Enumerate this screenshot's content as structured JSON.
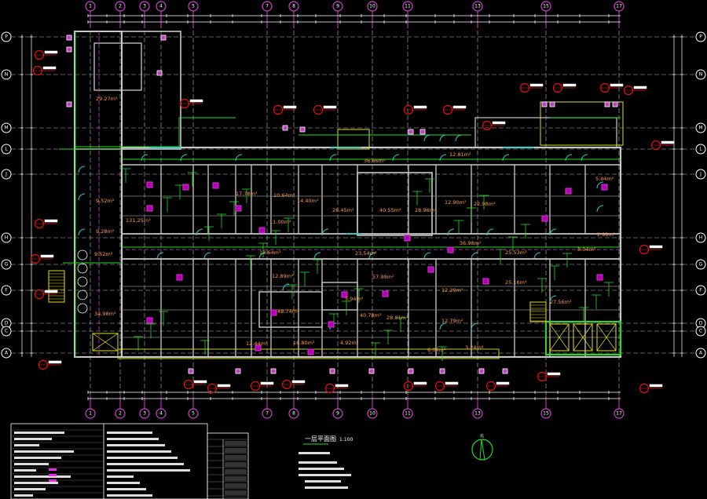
{
  "drawing": {
    "title": "一层平面图",
    "scale": "1:100",
    "north_label": "北",
    "colors": {
      "background": "#000000",
      "wall": "#c8c8c8",
      "axis": "#d040d0",
      "green": "#22dd22",
      "door": "#22d0d0",
      "label": "#ff9a3c",
      "callout": "#e01010",
      "yellow": "#e0e020"
    }
  },
  "column_axes": [
    "1",
    "2",
    "3",
    "4",
    "5",
    "7",
    "8",
    "9",
    "10",
    "11",
    "13",
    "15",
    "17"
  ],
  "row_axes": [
    "P",
    "N",
    "M",
    "L",
    "J",
    "H",
    "G",
    "F",
    "D",
    "C",
    "A"
  ],
  "rooms": [
    "29.27m²",
    "9.52m²",
    "9.28m²",
    "9.52m²",
    "131.25m²",
    "17.78m²",
    "10.64m²",
    "14.40m²",
    "11.00m²",
    "26.45m²",
    "40.55m²",
    "28.96m²",
    "12.90m²",
    "36.86m²",
    "12.81m²",
    "36.98m²",
    "13.64m²",
    "23.54m²",
    "12.89m²",
    "57.99m²",
    "48.74m²",
    "40.78m²",
    "28.81m²",
    "5.94m²",
    "12.29m²",
    "12.79m²",
    "12.44m²",
    "16.80m²",
    "4.92m²",
    "6.04m²",
    "3.24m²",
    "34.98m²",
    "27.56m²",
    "25.16m²",
    "25.53m²",
    "22.98m²",
    "8.04m²",
    "2.98m²",
    "5.04m²"
  ]
}
